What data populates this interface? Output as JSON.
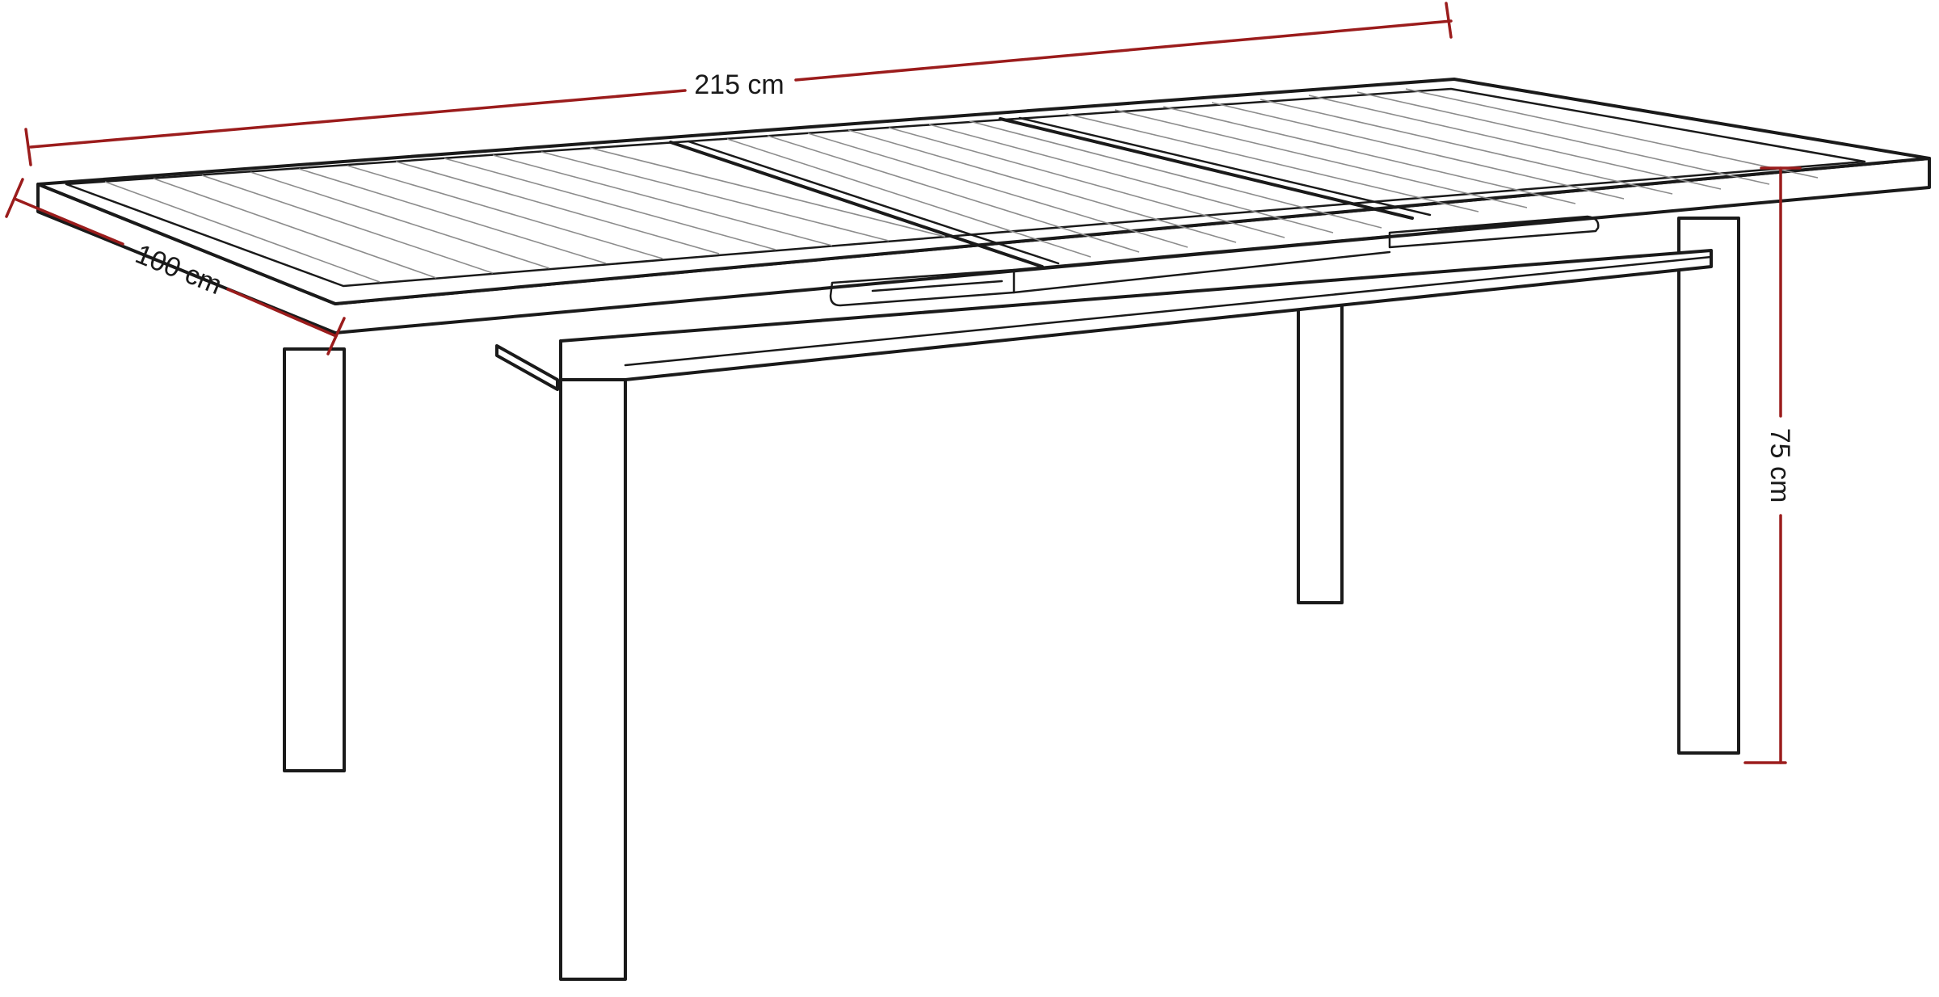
{
  "dimensions": {
    "length": "215 cm",
    "depth": "100 cm",
    "height": "75 cm"
  },
  "colors": {
    "dimension_line": "#9b1c1c",
    "outline": "#1a1a1a",
    "slat": "#8c8c8c",
    "background": "#ffffff"
  }
}
